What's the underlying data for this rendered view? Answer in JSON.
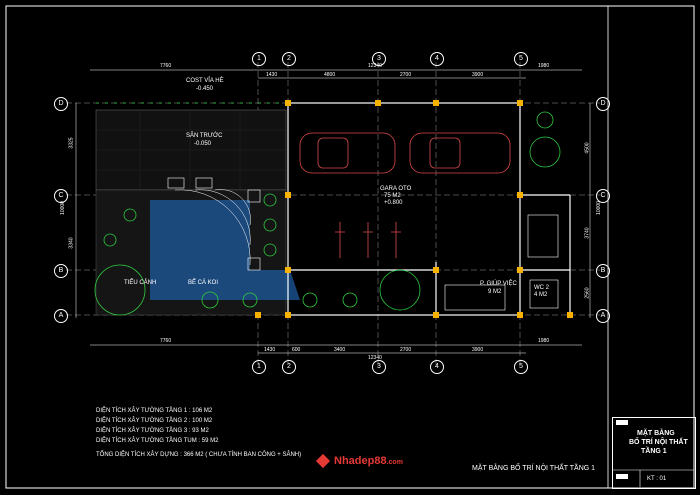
{
  "colors": {
    "background": "#000000",
    "wall": "#ffffff",
    "column": "#f7b200",
    "car": "#d94a4a",
    "plant": "#2ecc40",
    "water": "#1f5fa8",
    "brand": "#e53935"
  },
  "plan": {
    "labels": {
      "street_level": "COST VỈA HÈ",
      "street_elev": "-0.450",
      "yard": "SÂN TRƯỚC",
      "yard_elev": "-0.050",
      "garage": "GARA OTO",
      "garage_area": "75 M2",
      "garage_elev": "+0.800",
      "garden": "TIỂU CẢNH",
      "koi_pond": "BỂ CÁ KOI",
      "maid_room": "P. GIÚP VIỆC",
      "maid_area": "9 M2",
      "wc": "WC 2",
      "wc_area": "4 M2"
    },
    "grid_cols": [
      "1",
      "2",
      "3",
      "4",
      "5"
    ],
    "grid_rows": [
      "D",
      "C",
      "B",
      "A"
    ],
    "top_dims": [
      "7760",
      "1430",
      "4800",
      "2700",
      "3900",
      "12340",
      "1980"
    ],
    "bottom_dims": [
      "7760",
      "1430",
      "600",
      "3400",
      "2700",
      "3900",
      "12340",
      "1980"
    ],
    "left_dims": [
      "3325",
      "10000",
      "3340"
    ],
    "right_dims": [
      "4500",
      "10000",
      "3740",
      "2560"
    ]
  },
  "areas": {
    "line1": "DIỆN TÍCH XÂY TƯỜNG TẦNG 1 : 106 M2",
    "line2": "DIỆN TÍCH XÂY TƯỜNG TẦNG 2 : 100 M2",
    "line3": "DIỆN TÍCH XÂY TƯỜNG TẦNG 3 : 93 M2",
    "line4": "DIỆN TÍCH XÂY TƯỜNG TẦNG TUM : 59 M2",
    "total": "TỔNG DIỆN TÍCH XÂY DỰNG : 366 M2 ( CHƯA TÍNH BAN CÔNG + SÂNH)"
  },
  "footer": {
    "brand": "Nhadep88",
    "brand_suffix": ".com",
    "sheet_caption": "MẶT BẰNG BỐ TRÍ NỘI THẤT TẦNG 1"
  },
  "title_block": {
    "line1": "MẶT BẰNG",
    "line2": "BỐ TRÍ NỘI THẤT",
    "line3": "TẦNG 1",
    "sheet_no": "KT : 01"
  }
}
